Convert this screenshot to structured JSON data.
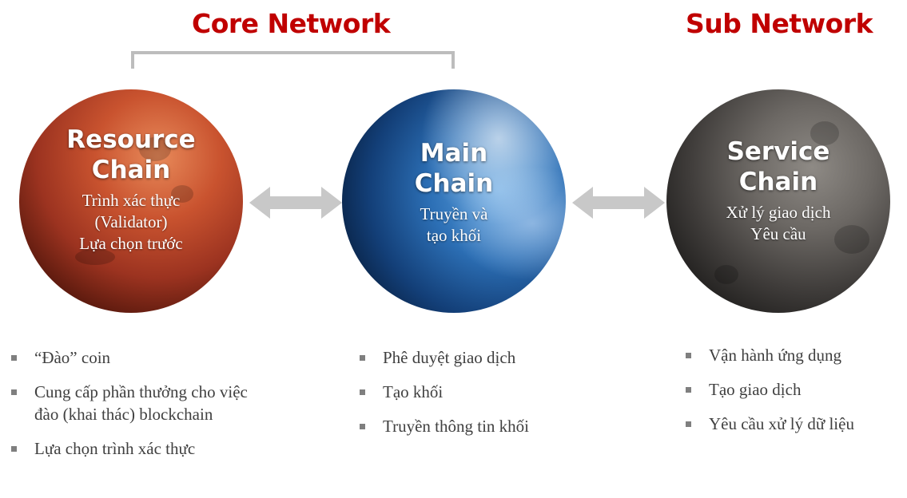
{
  "headings": {
    "core": "Core Network",
    "sub": "Sub Network"
  },
  "planets": {
    "resource": {
      "title_line1": "Resource",
      "title_line2": "Chain",
      "desc": [
        "Trình xác thực",
        "(Validator)",
        "Lựa chọn trước"
      ]
    },
    "main": {
      "title_line1": "Main",
      "title_line2": "Chain",
      "desc": [
        "Truyền và",
        "tạo khối"
      ]
    },
    "service": {
      "title_line1": "Service",
      "title_line2": "Chain",
      "desc": [
        "Xử lý giao dịch",
        "Yêu cầu"
      ]
    }
  },
  "bullets": {
    "resource": [
      "“Đào” coin",
      "Cung cấp phần thưởng cho việc đào (khai thác) blockchain",
      "Lựa chọn trình xác thực"
    ],
    "main": [
      "Phê duyệt giao dịch",
      "Tạo khối",
      "Truyền thông tin khối"
    ],
    "service": [
      "Vận hành ứng dụng",
      "Tạo giao dịch",
      "Yêu cầu xử lý dữ liệu"
    ]
  },
  "colors": {
    "heading": "#c00000",
    "bracket": "#bdbdbd",
    "arrow": "#c8c8c8",
    "bullet_text": "#404040"
  },
  "icons": {
    "arrow": "double-headed-arrow",
    "bullet": "square-bullet"
  }
}
